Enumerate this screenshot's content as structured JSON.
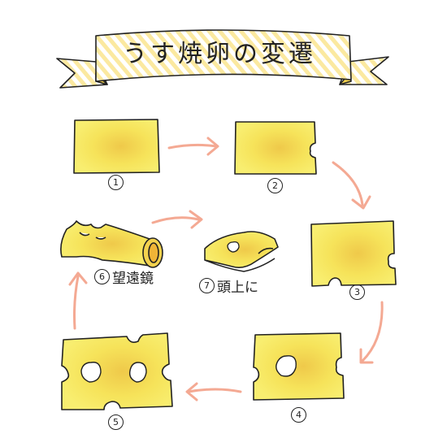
{
  "title": "うす焼卵の変遷",
  "steps": [
    {
      "number": "1",
      "caption": ""
    },
    {
      "number": "2",
      "caption": ""
    },
    {
      "number": "3",
      "caption": ""
    },
    {
      "number": "4",
      "caption": ""
    },
    {
      "number": "5",
      "caption": ""
    },
    {
      "number": "6",
      "caption": "望遠鏡"
    },
    {
      "number": "7",
      "caption": "頭上に"
    }
  ],
  "colors": {
    "egg_fill": "#f6ea62",
    "egg_spot": "#efc94a",
    "outline": "#222222",
    "arrow": "#f4a993",
    "banner_stripe": "#fbe9a0",
    "banner_fold": "#f3d24e"
  }
}
